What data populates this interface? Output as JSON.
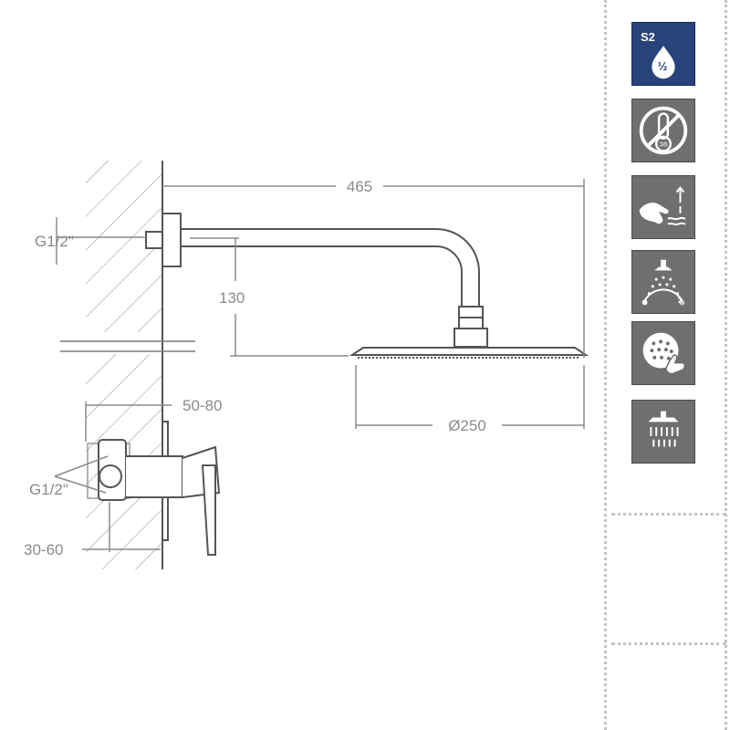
{
  "dimensions": {
    "total_length": "465",
    "drop_height": "130",
    "head_diameter": "Ø250",
    "arm_thread": "G1/2\"",
    "mixer_thread": "G1/2\"",
    "mixer_depth": "50-80",
    "mixer_offset": "30-60"
  },
  "feature_badges": [
    {
      "name": "s2-certification-badge",
      "code": "S2",
      "fraction": "½"
    },
    {
      "name": "no-thermostat-icon",
      "inner_label": "38"
    },
    {
      "name": "hand-water-temperature-icon"
    },
    {
      "name": "hot-cold-water-icon"
    },
    {
      "name": "anti-limescale-nozzle-icon"
    },
    {
      "name": "rain-shower-head-icon"
    }
  ],
  "colors": {
    "line": "#555555",
    "dimension": "#8a8a8a",
    "badge_blue": "#28427a",
    "badge_grey": "#6f6f6f"
  }
}
